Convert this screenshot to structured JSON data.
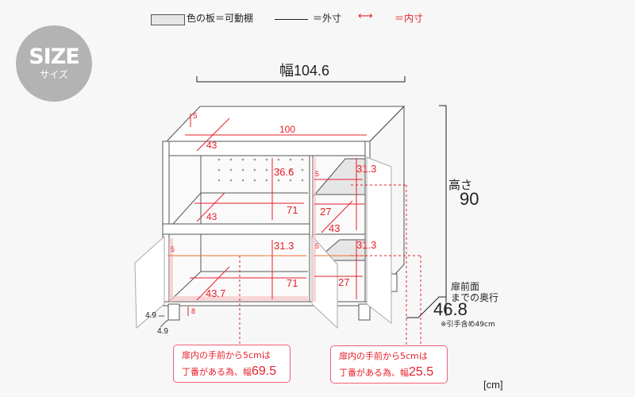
{
  "badge": {
    "title": "SIZE",
    "subtitle": "サイズ"
  },
  "legend": {
    "shelf": "色の板＝可動棚",
    "outer": "＝外寸",
    "inner": "＝内寸"
  },
  "outer": {
    "width": "幅104.6",
    "height_label": "高さ",
    "height": "90",
    "depth_label1": "扉前面",
    "depth_label2": "までの奥行",
    "depth": "46.8",
    "depth_note": "※引手含め49cm",
    "leg_w": "4.9",
    "leg_d": "4.9"
  },
  "inner": {
    "top_h": "5",
    "top_w": "100",
    "top_d": "43",
    "upper_h": "36.6",
    "upper_w": "71",
    "upper_d": "43",
    "ur_gap": "5",
    "ur_h": "31.3",
    "ur_w": "27",
    "ur_d": "43",
    "lower_h": "31.3",
    "lower_gap": "5",
    "lower_w": "71",
    "lower_d": "43.7",
    "lr_gap": "5",
    "lr_h": "31.3",
    "lr_w": "27",
    "leg_h": "8"
  },
  "callouts": [
    {
      "line1": "扉内の手前から5cmは",
      "line2": "丁番がある為、幅",
      "value": "69.5"
    },
    {
      "line1": "扉内の手前から5cmは",
      "line2": "丁番がある為、幅",
      "value": "25.5"
    }
  ],
  "unit": "[cm]",
  "colors": {
    "red": "#e8202a",
    "badge": "#b3b3b3",
    "shelf": "#e6e6e6"
  }
}
